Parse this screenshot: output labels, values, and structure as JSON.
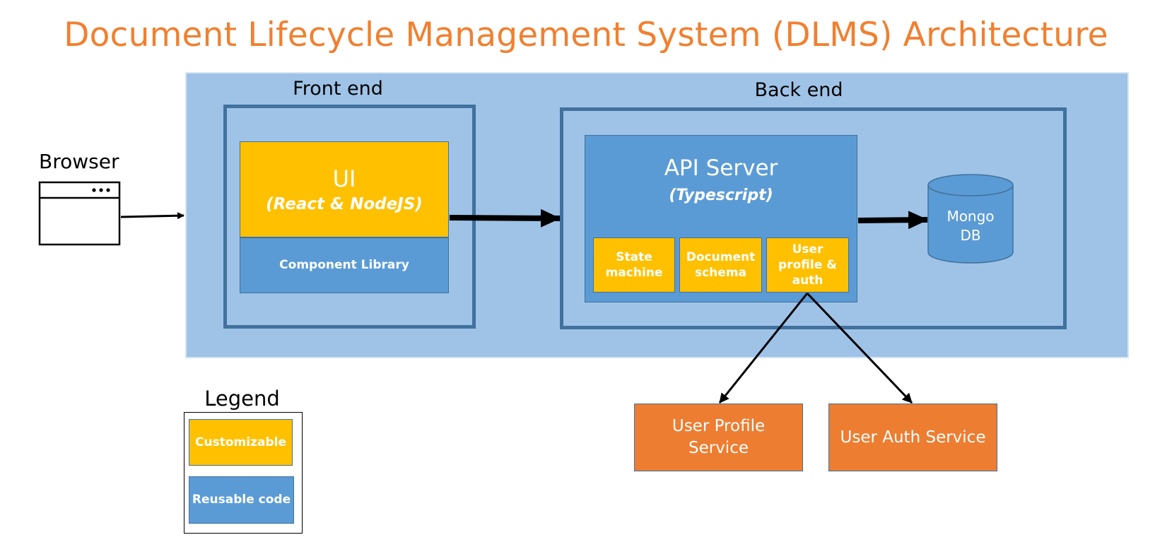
{
  "title": "Document Lifecycle Management System (DLMS) Architecture",
  "browser": {
    "label": "Browser"
  },
  "frontend": {
    "label": "Front end",
    "ui_title": "UI",
    "ui_subtitle": "(React & NodeJS)",
    "component_library": "Component Library"
  },
  "backend": {
    "label": "Back end",
    "api_title": "API Server",
    "api_subtitle": "(Typescript)",
    "modules": [
      {
        "line1": "State",
        "line2": "machine"
      },
      {
        "line1": "Document",
        "line2": "schema"
      },
      {
        "line1": "User",
        "line2": "profile &",
        "line3": "auth"
      }
    ],
    "db": {
      "line1": "Mongo",
      "line2": "DB"
    }
  },
  "services": {
    "profile": {
      "line1": "User Profile",
      "line2": "Service"
    },
    "auth": "User Auth Service"
  },
  "legend": {
    "title": "Legend",
    "customizable": "Customizable",
    "reusable": "Reusable code"
  },
  "colors": {
    "customizable": "#ffc000",
    "reusable": "#5b9bd5",
    "service": "#ed7d31",
    "title": "#f08030"
  }
}
